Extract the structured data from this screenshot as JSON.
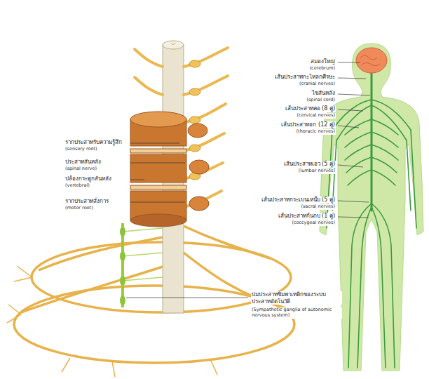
{
  "diagram": {
    "labels": [
      "สมองใหญ่",
      "(cerebrum)",
      "เส้นประสาทกะโหลกศีรษะ",
      "(cranial nerves)",
      "ไขสันหลัง",
      "(spinal cord)",
      "เส้นประสาทคอ (8 คู่)",
      "(cervical nerves)",
      "เส้นประสาทอก (12 คู่)",
      "(thoracic nerves)",
      "เส้นประสาทเอว (5 คู่)",
      "(lumbar nerves)",
      "เส้นประสาทกระเบนเหน็บ (5 คู่)",
      "(sacral nerves)",
      "เส้นประสาทก้นกบ (1 คู่)",
      "(coccygeal nerves)",
      "รากประสาทรับความรู้สึก",
      "(sensory root)",
      "ประสาทสันหลัง",
      "(spinal nerve)",
      "ปล้องกระดูกสันหลัง",
      "(vertebral)",
      "รากประสาทสั่งการ",
      "(motor root)",
      "ปมประสาทซิมพาเทติกของระบบประสาทอัตโนวัติ",
      "(Sympathetic ganglia of autonomic nervous system)"
    ]
  }
}
